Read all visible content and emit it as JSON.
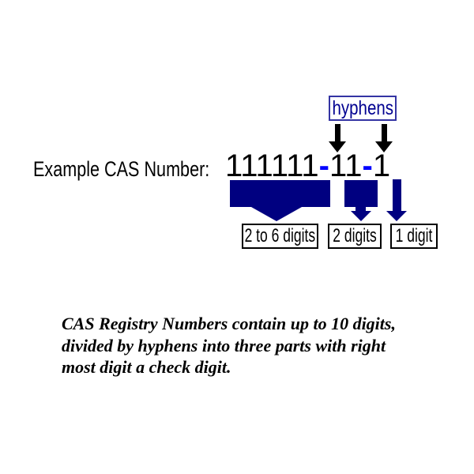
{
  "colors": {
    "background": "#ffffff",
    "navy": "#000080",
    "hyphenBlue": "#0000ff",
    "calloutBorder": "#3434a3",
    "calloutText": "#000090"
  },
  "hyphens_callout": {
    "label": "hyphens"
  },
  "example": {
    "label": "Example CAS Number:"
  },
  "cas_number": {
    "segment1": "111111",
    "hyphen1": "-",
    "segment2": "11",
    "hyphen2": "-",
    "segment3": "1"
  },
  "part_boxes": [
    {
      "label": "2 to 6 digits"
    },
    {
      "label": "2 digits"
    },
    {
      "label": "1 digit"
    }
  ],
  "caption": {
    "lines": [
      "CAS Registry Numbers contain up to 10 digits,",
      "divided by hyphens into three parts with right",
      "most digit a check digit."
    ]
  }
}
